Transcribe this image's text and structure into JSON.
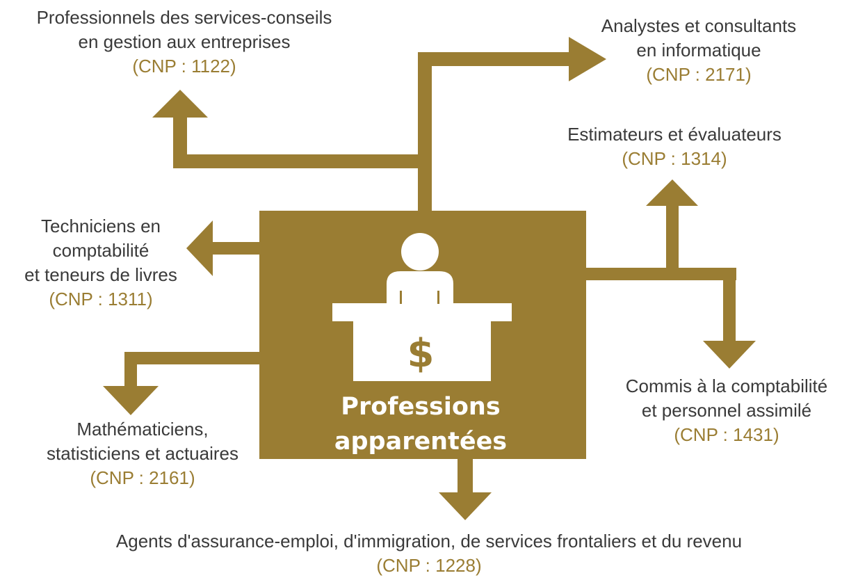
{
  "colors": {
    "accent": "#9a7d33",
    "text": "#3a3a3a",
    "background": "#ffffff",
    "icon": "#ffffff"
  },
  "center": {
    "title_line1": "Professions",
    "title_line2": "apparentées",
    "icon": "person-at-cash-desk-icon",
    "currency_symbol": "$"
  },
  "occupations": {
    "management_consulting": {
      "line1": "Professionnels des services-conseils",
      "line2": "en gestion aux entreprises",
      "code": "(CNP : 1122)"
    },
    "it_analysts": {
      "line1": "Analystes et consultants",
      "line2": "en informatique",
      "code": "(CNP : 2171)"
    },
    "estimators": {
      "line1": "Estimateurs et évaluateurs",
      "code": "(CNP : 1314)"
    },
    "accounting_technicians": {
      "line1": "Techniciens en",
      "line2": "comptabilité",
      "line3": "et teneurs de livres",
      "code": "(CNP : 1311)"
    },
    "accounting_clerks": {
      "line1": "Commis à la comptabilité",
      "line2": "et personnel assimilé",
      "code": "(CNP : 1431)"
    },
    "mathematicians": {
      "line1": "Mathématiciens,",
      "line2": "statisticiens et actuaires",
      "code": "(CNP : 2161)"
    },
    "employment_insurance": {
      "line1": "Agents d'assurance-emploi, d'immigration, de services frontaliers et du revenu",
      "code": "(CNP : 1228)"
    }
  }
}
